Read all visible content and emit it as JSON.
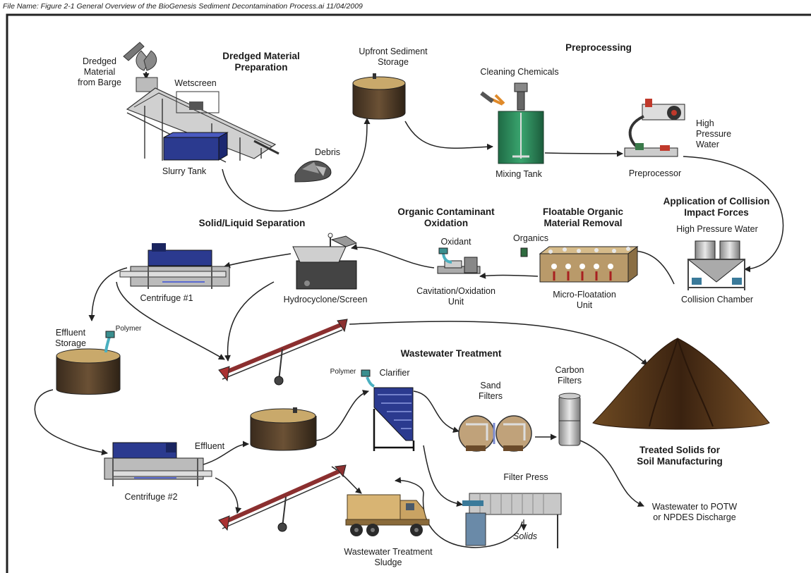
{
  "file_name": "File Name: Figure 2-1 General Overview of the BioGenesis Sediment Decontamination Process.ai   11/04/2009",
  "headers": {
    "dredged_prep": [
      "Dredged Material",
      "Preparation"
    ],
    "preprocessing": "Preprocessing",
    "collision": [
      "Application of Collision",
      "Impact Forces"
    ],
    "floatable": [
      "Floatable Organic",
      "Material Removal"
    ],
    "oxidation": [
      "Organic Contaminant",
      "Oxidation"
    ],
    "solid_liquid": "Solid/Liquid Separation",
    "wastewater": "Wastewater Treatment",
    "treated_solids": [
      "Treated Solids for",
      "Soil Manufacturing"
    ]
  },
  "labels": {
    "dredged_material": [
      "Dredged",
      "Material",
      "from Barge"
    ],
    "wetscreen": "Wetscreen",
    "slurry_tank": "Slurry Tank",
    "debris": "Debris",
    "upfront_storage": [
      "Upfront Sediment",
      "Storage"
    ],
    "cleaning_chemicals": "Cleaning Chemicals",
    "mixing_tank": "Mixing Tank",
    "high_pressure_water_1": [
      "High",
      "Pressure",
      "Water"
    ],
    "preprocessor": "Preprocessor",
    "high_pressure_water_2": "High Pressure Water",
    "collision_chamber": "Collision Chamber",
    "organics": "Organics",
    "micro_floatation": [
      "Micro-Floatation",
      "Unit"
    ],
    "oxidant": "Oxidant",
    "cavitation_unit": [
      "Cavitation/Oxidation",
      "Unit"
    ],
    "hydrocyclone": "Hydrocyclone/Screen",
    "centrifuge_1": "Centrifuge #1",
    "effluent_storage": [
      "Effluent",
      "Storage"
    ],
    "polymer_1": "Polymer",
    "polymer_2": "Polymer",
    "clarifier": "Clarifier",
    "sand_filters": [
      "Sand",
      "Filters"
    ],
    "carbon_filters": [
      "Carbon",
      "Filters"
    ],
    "effluent": "Effluent",
    "centrifuge_2": "Centrifuge #2",
    "filter_press": "Filter Press",
    "solids": "Solids",
    "wastewater_sludge": [
      "Wastewater Treatment",
      "Sludge"
    ],
    "wastewater_discharge": [
      "Wastewater to POTW",
      "or NPDES Discharge"
    ]
  },
  "colors": {
    "tank_tan": "#c9a96b",
    "tank_brown": "#4a3826",
    "mixing_green": "#2f8a5c",
    "equipment_blue": "#2b3a8f",
    "frame_gray": "#9a9a9a",
    "pile_brown": "#5a3416",
    "sludge_tan": "#d8b473",
    "conveyor_red": "#8b2f2f"
  }
}
